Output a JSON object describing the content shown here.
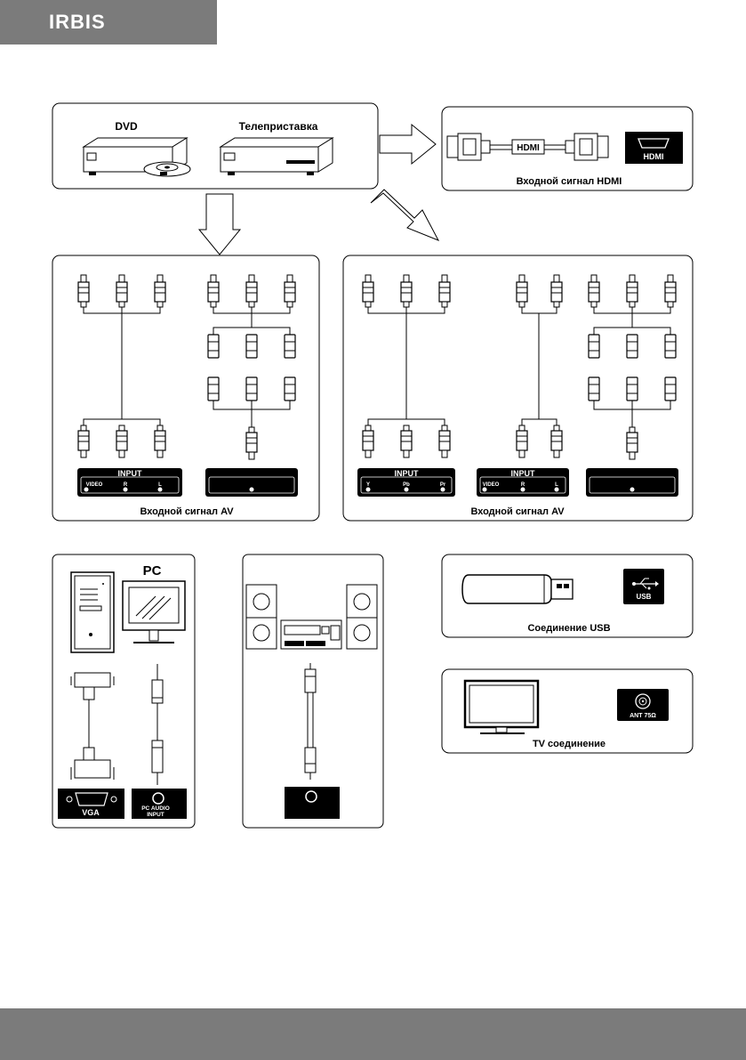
{
  "header": {
    "brand": "IRBIS"
  },
  "top": {
    "dvd_label": "DVD",
    "stb_label": "Телеприставка"
  },
  "hdmi": {
    "cable_label": "HDMI",
    "port_label": "HDMI",
    "caption": "Входной сигнал HDMI"
  },
  "av_left": {
    "panel1": {
      "title": "INPUT",
      "ports": [
        "VIDEO",
        "R",
        "L"
      ]
    },
    "caption": "Входной сигнал AV"
  },
  "av_right": {
    "panel_component": {
      "title": "INPUT",
      "ports": [
        "Y",
        "Pb",
        "Pr"
      ]
    },
    "panel_audio": {
      "title": "INPUT",
      "ports": [
        "VIDEO",
        "R",
        "L"
      ]
    },
    "caption": "Входной сигнал AV"
  },
  "pc": {
    "label": "PC",
    "vga_label": "VGA",
    "audio_label_line1": "PC AUDIO",
    "audio_label_line2": "INPUT"
  },
  "usb": {
    "port_label": "USB",
    "caption": "Соединение USB"
  },
  "tv": {
    "port_label": "ANT 75Ω",
    "caption": "TV соединение"
  },
  "colors": {
    "header_gray": "#7b7b7b",
    "line": "#000000",
    "panel_black": "#000000"
  }
}
